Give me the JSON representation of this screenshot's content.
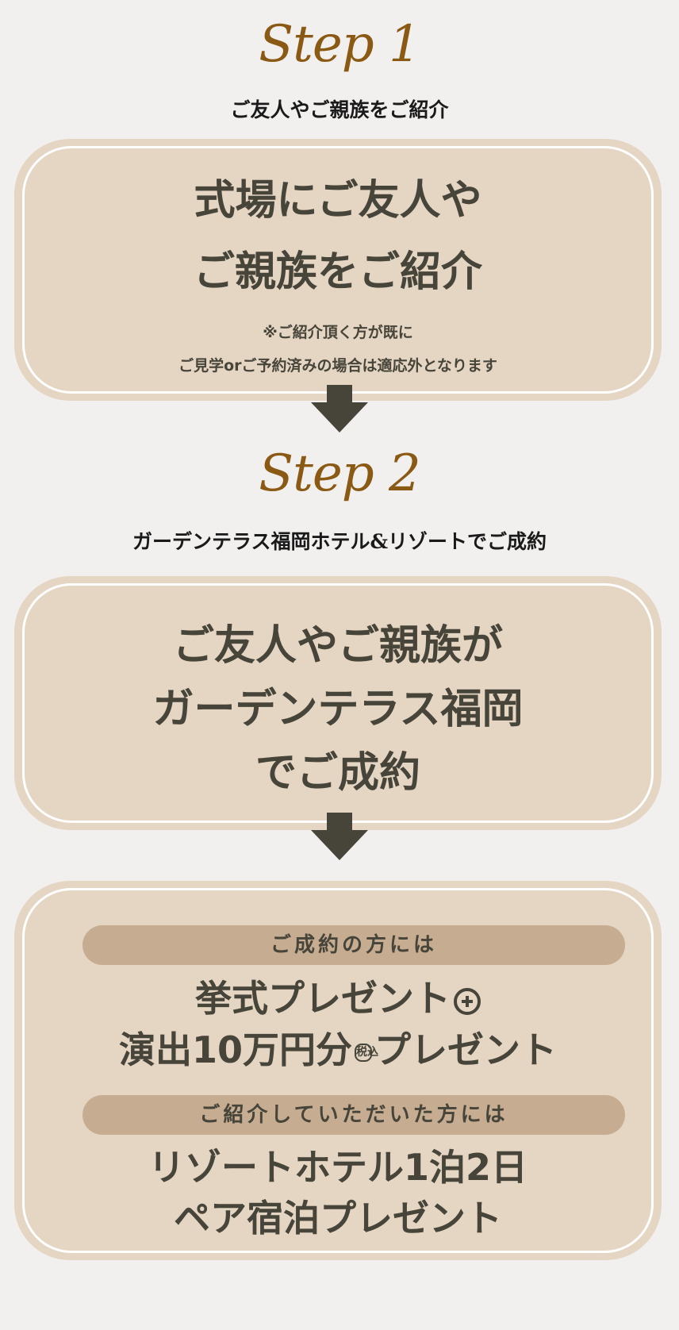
{
  "step1": {
    "title": "Step 1",
    "subtitle": "ご友人やご親族をご紹介",
    "card_line1": "式場にご友人や",
    "card_line2": "ご親族をご紹介",
    "note_line1": "※ご紹介頂く方が既に",
    "note_line2": "ご見学orご予約済みの場合は適応外となります"
  },
  "step2": {
    "title": "Step 2",
    "subtitle": "ガーデンテラス福岡ホテル&リゾートでご成約",
    "card_line1": "ご友人やご親族が",
    "card_line2": "ガーデンテラス福岡",
    "card_line3": "でご成約"
  },
  "reward": {
    "pill1": "ご成約の方には",
    "gift1_line1": "挙式プレゼント",
    "gift1_line2_pre": "演出10万円分",
    "tax_mark": "税込",
    "gift1_line2_post": "プレゼント",
    "pill2": "ご紹介していただいた方には",
    "gift2_line1": "リゾートホテル1泊2日",
    "gift2_line2": "ペア宿泊プレゼント"
  },
  "colors": {
    "background": "#f2f0ee",
    "card": "#e5d5c3",
    "pill": "#c6ac90",
    "text": "#47453a",
    "step_title": "#8a5a14"
  },
  "icons": [
    "arrow-down-icon",
    "plus-circle-icon"
  ]
}
